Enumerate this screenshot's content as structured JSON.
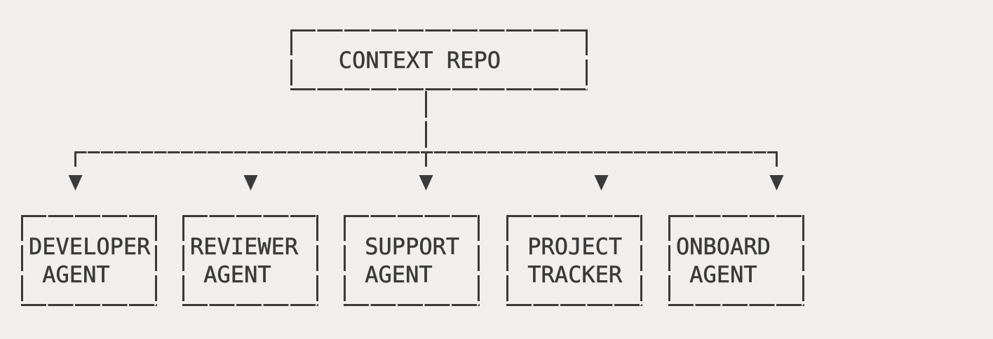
{
  "colors": {
    "background": "#f0efed",
    "ink": "#3a3a3a"
  },
  "icons": {
    "arrow_down_icon": "▼"
  },
  "diagram": {
    "root": {
      "name": "context-repo",
      "lines": [
        "   CONTEXT REPO"
      ]
    },
    "children": [
      {
        "name": "developer-agent",
        "lines": [
          "DEVELOPER",
          " AGENT"
        ]
      },
      {
        "name": "reviewer-agent",
        "lines": [
          "REVIEWER",
          " AGENT"
        ]
      },
      {
        "name": "support-agent",
        "lines": [
          " SUPPORT",
          " AGENT"
        ]
      },
      {
        "name": "project-tracker",
        "lines": [
          " PROJECT",
          " TRACKER"
        ]
      },
      {
        "name": "onboard-agent",
        "lines": [
          "ONBOARD",
          " AGENT"
        ]
      }
    ]
  }
}
